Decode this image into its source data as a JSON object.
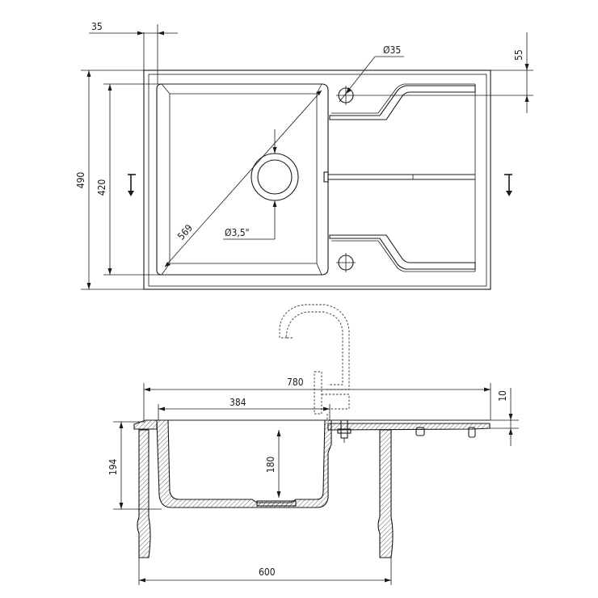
{
  "diagram": {
    "top_view": {
      "dimensions": {
        "overall_width_offset": "35",
        "overflow_hole": "Ø35",
        "hole_offset": "55",
        "overall_depth": "490",
        "bowl_depth": "420",
        "bowl_diagonal": "569",
        "drain": "Ø3,5\""
      }
    },
    "side_view": {
      "dimensions": {
        "overall_length": "780",
        "bowl_width": "384",
        "top_thickness": "10",
        "overall_height": "194",
        "bowl_height": "180",
        "cabinet_width": "600"
      }
    }
  }
}
